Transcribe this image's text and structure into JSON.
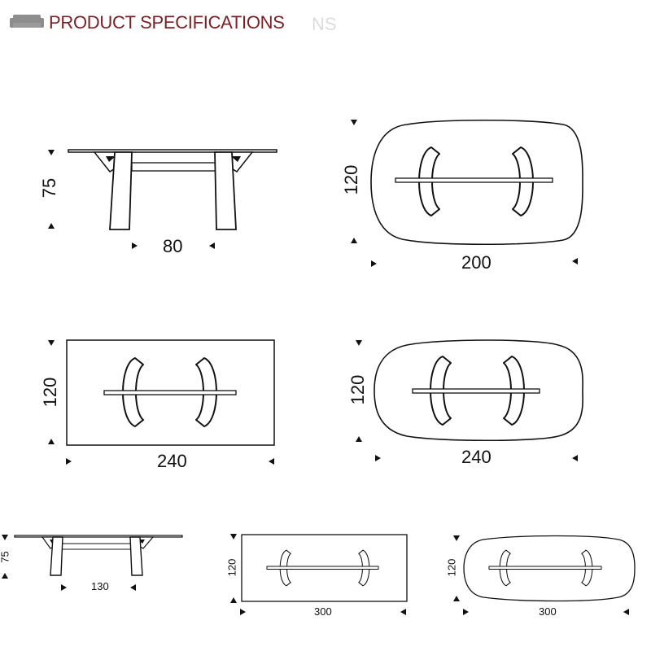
{
  "header": {
    "title": "PRODUCT SPECIFICATIONS",
    "ghost_text": "NS",
    "icon": "sofa-icon",
    "accent_color": "#7a2228"
  },
  "drawings": {
    "side_80": {
      "height": "75",
      "depth": "80"
    },
    "top_barrel_200": {
      "depth": "120",
      "width": "200"
    },
    "top_rect_240": {
      "depth": "120",
      "width": "240"
    },
    "top_barrel_240": {
      "depth": "120",
      "width": "240"
    },
    "side_130": {
      "height": "75",
      "depth": "130"
    },
    "top_rect_300": {
      "depth": "120",
      "width": "300"
    },
    "top_barrel_300": {
      "depth": "120",
      "width": "300"
    }
  }
}
